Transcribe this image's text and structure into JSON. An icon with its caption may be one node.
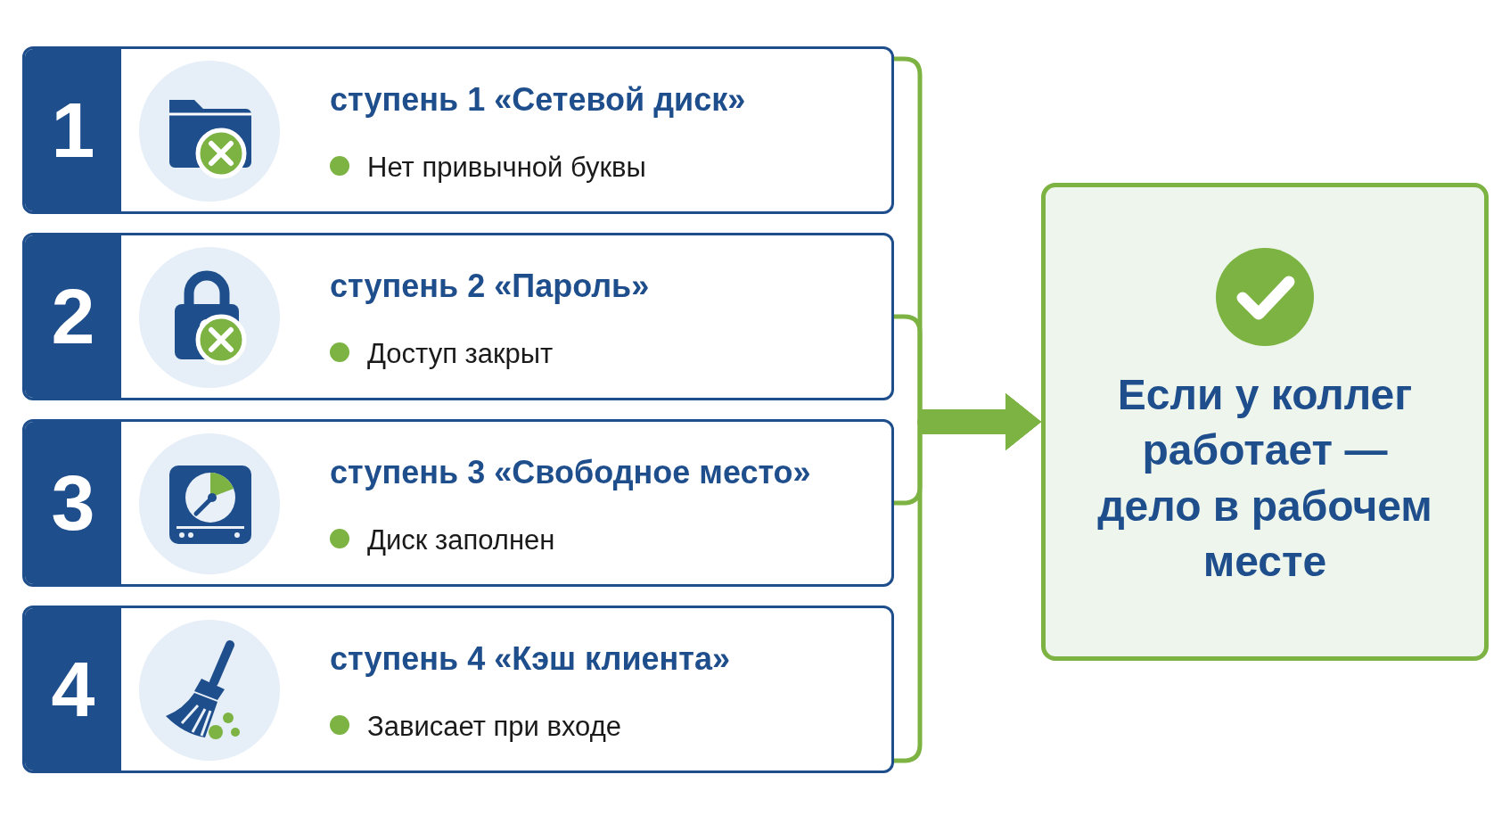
{
  "diagram": {
    "nodes": [
      {
        "text": [
          "1",
          "ступень 1 «Сетевой диск»",
          "Нет привычной буквы"
        ]
      },
      {
        "text": [
          "2",
          "ступень 2 «Пароль»",
          "Доступ закрыт"
        ]
      },
      {
        "text": [
          "3",
          "ступень 3 «Свободное место»",
          "Диск заполнен"
        ]
      },
      {
        "text": [
          "4",
          "ступень 4 «Кэш клиента»",
          "Зависает при входе"
        ]
      },
      {
        "text": [
          "Если у коллег работает — дело в рабочем месте"
        ]
      }
    ],
    "edges": [
      {
        "from": 0,
        "to": 4,
        "arrow": "to"
      },
      {
        "from": 1,
        "to": 4,
        "arrow": "to"
      },
      {
        "from": 2,
        "to": 4,
        "arrow": "to"
      },
      {
        "from": 3,
        "to": 4,
        "arrow": "to"
      }
    ]
  }
}
